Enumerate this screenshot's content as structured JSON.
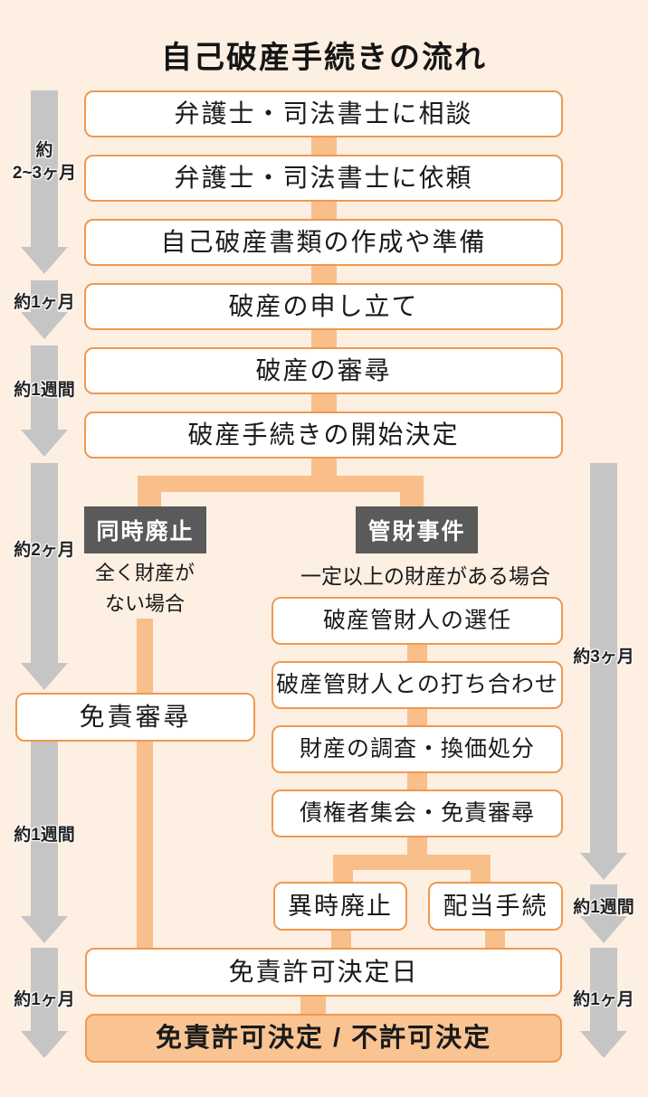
{
  "title": "自己破産手続きの流れ",
  "colors": {
    "bg": "#fdefe2",
    "box-border": "#f0994f",
    "connector": "#f8bf8b",
    "arrow": "#c5c5c5",
    "dark-box": "#5a5a5a",
    "final-fill": "#f9c492",
    "text": "#1a1a1a"
  },
  "main_steps": [
    "弁護士・司法書士に相談",
    "弁護士・司法書士に依頼",
    "自己破産書類の作成や準備",
    "破産の申し立て",
    "破産の審尋",
    "破産手続きの開始決定"
  ],
  "left_timeline": [
    "約\n2~3ヶ月",
    "約1ヶ月",
    "約1週間",
    "約2ヶ月",
    "約1週間",
    "約1ヶ月"
  ],
  "right_timeline": [
    "約3ヶ月",
    "約1週間",
    "約1ヶ月"
  ],
  "branch_left": {
    "header": "同時廃止",
    "condition": "全く財産が\nない場合",
    "step": "免責審尋"
  },
  "branch_right": {
    "header": "管財事件",
    "condition": "一定以上の財産がある場合",
    "steps": [
      "破産管財人の選任",
      "破産管財人との打ち合わせ",
      "財産の調査・換価処分",
      "債権者集会・免責審尋"
    ],
    "outcomes": [
      "異時廃止",
      "配当手続"
    ]
  },
  "merge": {
    "step": "免責許可決定日",
    "final": "免責許可決定 / 不許可決定"
  }
}
